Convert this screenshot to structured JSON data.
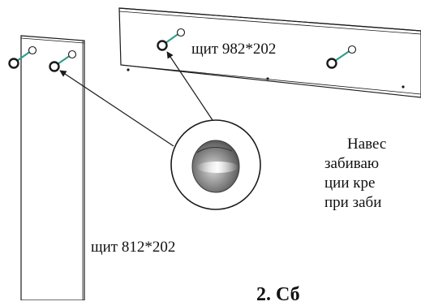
{
  "panels": {
    "top_label": "щит 982*202",
    "side_label": "щит 812*202"
  },
  "text_block": {
    "lines": [
      "Навес",
      "забиваю",
      "ции кре",
      "при заби"
    ]
  },
  "heading": "2. Сб",
  "colors": {
    "line": "#1a1a1a",
    "dowel": "#2e9e8f",
    "cap_gray": "#7a7a7a"
  }
}
